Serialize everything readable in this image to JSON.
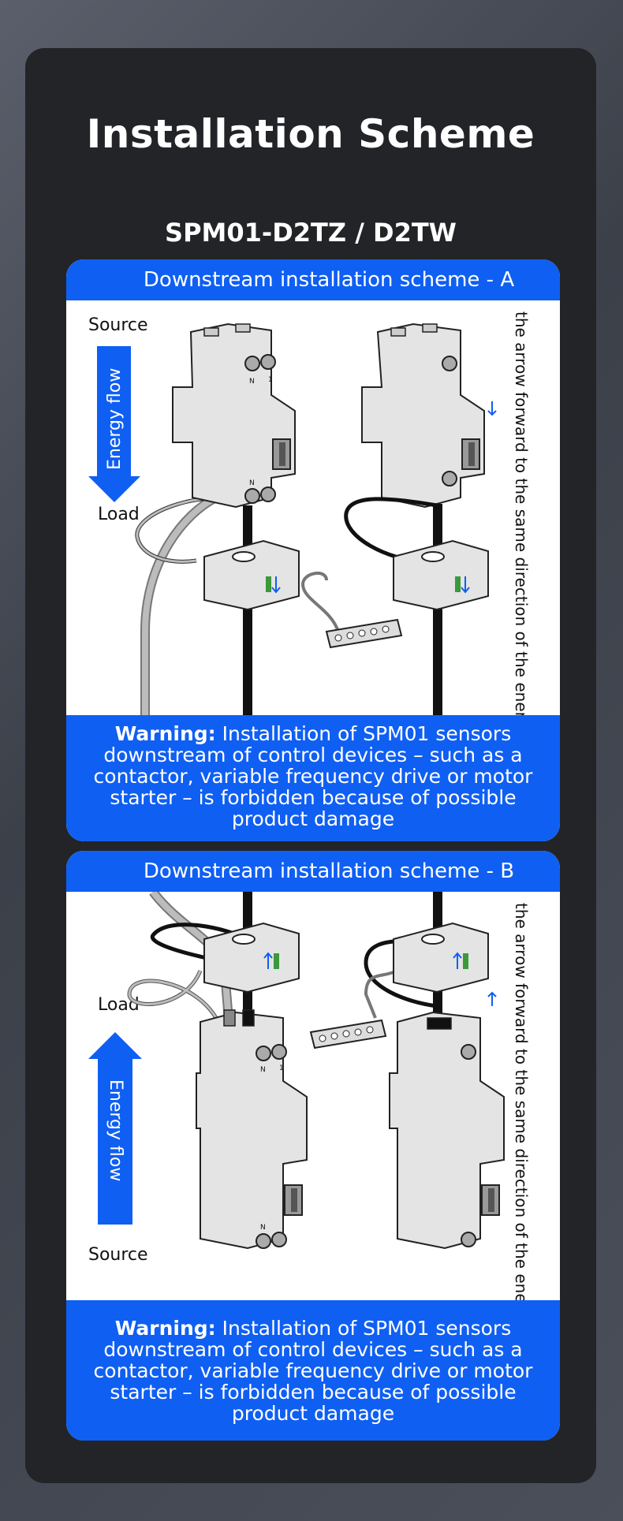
{
  "page": {
    "title": "Installation Scheme",
    "subtitle": "SPM01-D2TZ / D2TW"
  },
  "scheme_a": {
    "header": "Downstream installation scheme - A",
    "source_label": "Source",
    "load_label": "Load",
    "energy_flow": "Energy flow",
    "side_note": "the arrow forward to the same direction of the energy flow",
    "warning_strong": "Warning:",
    "warning_text": " Installation of SPM01 sensors downstream of control devices – such as a contactor, variable frequency drive or motor starter – is forbidden because of possible product damage"
  },
  "scheme_b": {
    "header": "Downstream installation scheme - B",
    "source_label": "Source",
    "load_label": "Load",
    "energy_flow": "Energy flow",
    "side_note": "the arrow forward to the same direction of the energy flow",
    "warning_strong": "Warning:",
    "warning_text": " Installation of SPM01 sensors downstream of control devices – such as a contactor, variable frequency drive or motor starter – is forbidden because of possible product damage"
  },
  "colors": {
    "accent_blue": "#0f5ff3",
    "card_bg": "#232427",
    "sensor_green": "#3a9a3a"
  },
  "breaker_marks": {
    "n": "N",
    "one": "1"
  }
}
